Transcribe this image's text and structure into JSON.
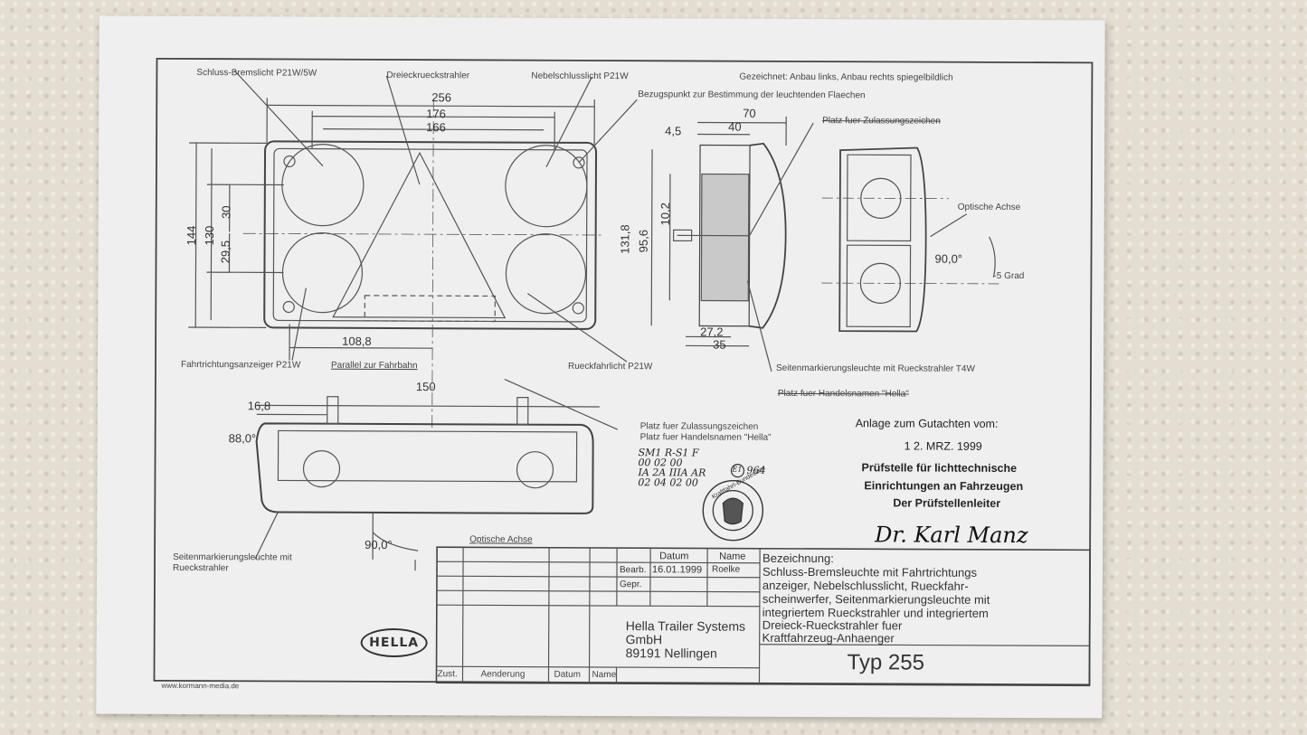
{
  "labels": {
    "schluss": "Schluss-Bremslicht P21W/5W",
    "dreieck": "Dreieckrueckstrahler",
    "nebel": "Nebelschlusslicht P21W",
    "gezeichnet": "Gezeichnet: Anbau links, Anbau rechts spiegelbildlich",
    "bezugspunkt": "Bezugspunkt zur Bestimmung der leuchtenden Flaechen",
    "zulassung_strike": "Platz fuer Zulassungszeichen",
    "optische_achse_right": "Optische Achse",
    "deg_90_right": "90,0°",
    "minus5": "-5 Grad",
    "fahrtrichtung": "Fahrtrichtungsanzeiger P21W",
    "parallel": "Parallel zur Fahrbahn",
    "rueckfahr": "Rueckfahrlicht P21W",
    "seitenmark_right": "Seitenmarkierungsleuchte mit Rueckstrahler T4W",
    "handelsnamen_strike": "Platz fuer Handelsnamen \"Hella\"",
    "platz_zul": "Platz fuer Zulassungszeichen",
    "platz_hella": "Platz fuer Handelsnamen \"Hella\"",
    "seitenmark_left_1": "Seitenmarkierungsleuchte mit",
    "seitenmark_left_2": "Rueckstrahler",
    "optische_achse_bottom": "Optische Achse",
    "deg_90_bottom": "90,0°",
    "website": "www.kormann-media.de"
  },
  "dimensions": {
    "d256": "256",
    "d176": "176",
    "d166": "166",
    "d144": "144",
    "d130": "130",
    "d30": "30",
    "d295": "29,5",
    "d70": "70",
    "d40": "40",
    "d45": "4,5",
    "d102": "10,2",
    "d1318": "131,8",
    "d956": "95,6",
    "d272": "27,2",
    "d35": "35",
    "d1088": "108,8",
    "d150": "150",
    "d168": "16,8",
    "d880": "88,0°"
  },
  "approval": {
    "line1": "Anlage zum Gutachten vom:",
    "date": "1 2. MRZ. 1999",
    "line3": "Prüfstelle für lichttechnische",
    "line4": "Einrichtungen an Fahrzeugen",
    "line5": "Der Prüfstellenleiter",
    "signature": "Dr. Karl Manz",
    "seal_text": "Kraftfahrt-Bundesamt"
  },
  "approval_marks": {
    "row1": "SM1  R-S1     F",
    "row2": " 00    02      00",
    "row3": " IA    2A   IIIA  AR",
    "row4": " 02    04    02   00",
    "e_mark": "E1",
    "e_num": "964"
  },
  "title_block": {
    "datum_header": "Datum",
    "name_header": "Name",
    "bearb": "Bearb.",
    "bearb_date": "16.01.1999",
    "bearb_name": "Roelke",
    "gepr": "Gepr.",
    "bezeichnung_title": "Bezeichnung:",
    "bezeichnung_lines": [
      "Schluss-Bremsleuchte mit Fahrtrichtungs",
      "anzeiger, Nebelschlusslicht, Rueckfahr-",
      "scheinwerfer, Seitenmarkierungsleuchte mit",
      "integriertem Rueckstrahler und integriertem",
      "Dreieck-Rueckstrahler fuer",
      "Kraftfahrzeug-Anhaenger"
    ],
    "company_1": "Hella Trailer Systems",
    "company_2": "GmbH",
    "company_3": "89191 Nellingen",
    "typ": "Typ 255",
    "zust": "Zust.",
    "aenderung": "Aenderung",
    "datum_footer": "Datum",
    "name_footer": "Name",
    "logo": "HELLA"
  }
}
